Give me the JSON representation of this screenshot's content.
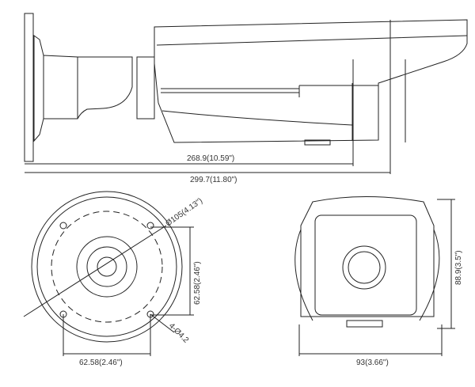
{
  "side_view": {
    "body_length": "268.9(10.59\")",
    "total_length": "299.7(11.80\")"
  },
  "mount_view": {
    "diameter": "Ø105(4.13\")",
    "hole_spacing_vertical": "62.58(2.46\")",
    "hole_spacing_horizontal": "62.58(2.46\")",
    "hole_size": "4-Ø4.2"
  },
  "front_view": {
    "width": "93(3.66\")",
    "height": "88.9(3.5\")"
  }
}
